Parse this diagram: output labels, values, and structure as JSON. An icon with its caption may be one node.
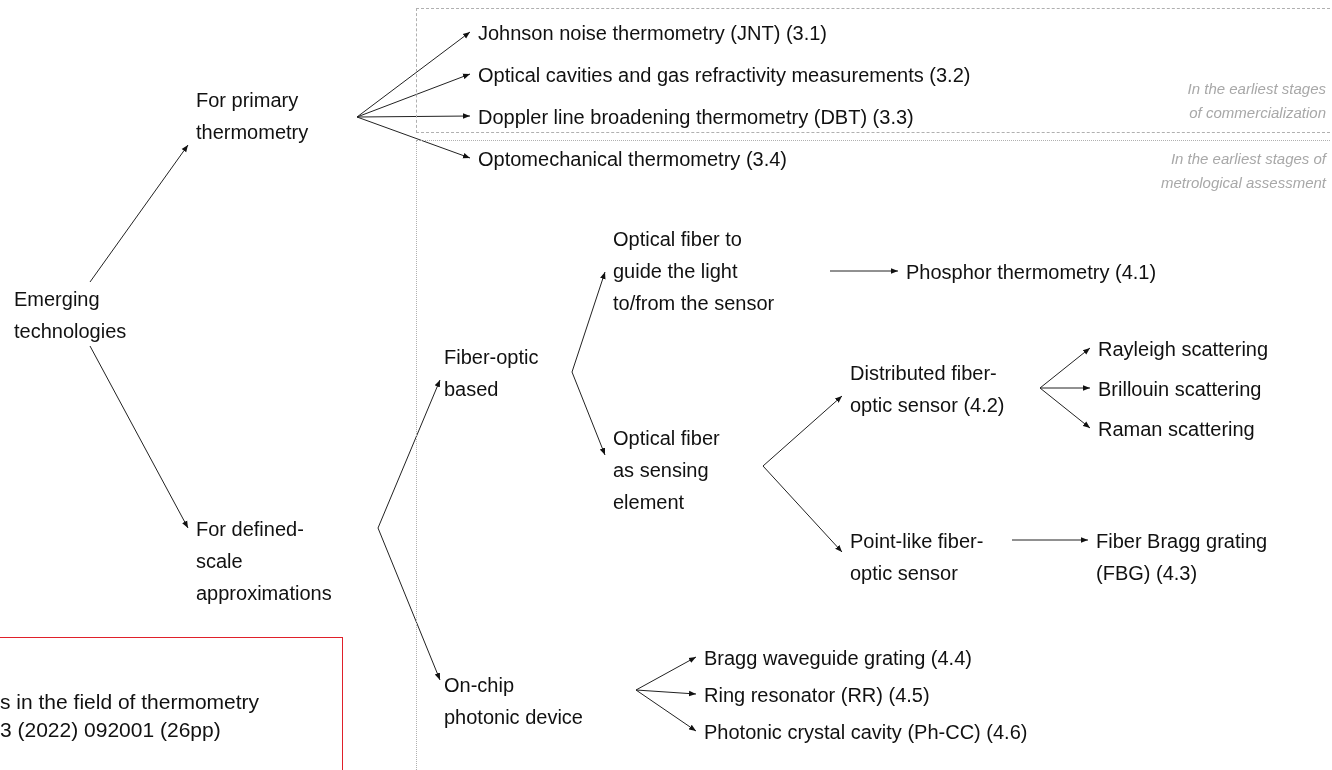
{
  "diagram": {
    "nodes": [
      {
        "text": [
          "Emerging technologies"
        ]
      },
      {
        "text": [
          "For primary thermometry"
        ]
      },
      {
        "text": [
          "For defined-scale approximations"
        ]
      },
      {
        "text": [
          "In the earliest stages of commercialization"
        ]
      },
      {
        "text": [
          "Johnson noise thermometry (JNT) (3.1)"
        ],
        "in": 3
      },
      {
        "text": [
          "Optical cavities and gas refractivity measurements (3.2)"
        ],
        "in": 3
      },
      {
        "text": [
          "Doppler line broadening thermometry (DBT) (3.3)"
        ],
        "in": 3
      },
      {
        "text": [
          "In the earliest stages of metrological assessment"
        ]
      },
      {
        "text": [
          "Optomechanical thermometry (3.4)"
        ],
        "in": 7
      },
      {
        "text": [
          "Fiber-optic based"
        ],
        "in": 7
      },
      {
        "text": [
          "Optical fiber to guide the light to/from the sensor"
        ],
        "in": 7
      },
      {
        "text": [
          "Phosphor thermometry (4.1)"
        ],
        "in": 7
      },
      {
        "text": [
          "Optical fiber as sensing element"
        ],
        "in": 7
      },
      {
        "text": [
          "Distributed fiber-optic sensor (4.2)"
        ],
        "in": 7
      },
      {
        "text": [
          "Rayleigh scattering"
        ],
        "in": 7
      },
      {
        "text": [
          "Brillouin scattering"
        ],
        "in": 7
      },
      {
        "text": [
          "Raman scattering"
        ],
        "in": 7
      },
      {
        "text": [
          "Point-like fiber-optic sensor"
        ],
        "in": 7
      },
      {
        "text": [
          "Fiber Bragg grating (FBG) (4.3)"
        ],
        "in": 7
      },
      {
        "text": [
          "On-chip photonic device"
        ],
        "in": 7
      },
      {
        "text": [
          "Bragg waveguide grating (4.4)"
        ],
        "in": 7
      },
      {
        "text": [
          "Ring resonator (RR) (4.5)"
        ],
        "in": 7
      },
      {
        "text": [
          "Photonic crystal cavity (Ph-CC) (4.6)"
        ],
        "in": 7
      },
      {
        "text": [
          "s in the field of thermometry",
          "3 (2022) 092001 (26pp)"
        ]
      }
    ],
    "edges": [
      {
        "from": 0,
        "to": 1,
        "arrow": "to"
      },
      {
        "from": 0,
        "to": 2,
        "arrow": "to"
      },
      {
        "from": 1,
        "to": 4,
        "arrow": "to"
      },
      {
        "from": 1,
        "to": 5,
        "arrow": "to"
      },
      {
        "from": 1,
        "to": 6,
        "arrow": "to"
      },
      {
        "from": 1,
        "to": 8,
        "arrow": "to"
      },
      {
        "from": 2,
        "to": 9,
        "arrow": "to"
      },
      {
        "from": 2,
        "to": 19,
        "arrow": "to"
      },
      {
        "from": 9,
        "to": 10,
        "arrow": "to"
      },
      {
        "from": 9,
        "to": 12,
        "arrow": "to"
      },
      {
        "from": 10,
        "to": 11,
        "arrow": "to"
      },
      {
        "from": 12,
        "to": 13,
        "arrow": "to"
      },
      {
        "from": 12,
        "to": 17,
        "arrow": "to"
      },
      {
        "from": 13,
        "to": 14,
        "arrow": "to"
      },
      {
        "from": 13,
        "to": 15,
        "arrow": "to"
      },
      {
        "from": 13,
        "to": 16,
        "arrow": "to"
      },
      {
        "from": 17,
        "to": 18,
        "arrow": "to"
      },
      {
        "from": 19,
        "to": 20,
        "arrow": "to"
      },
      {
        "from": 19,
        "to": 21,
        "arrow": "to"
      },
      {
        "from": 19,
        "to": 22,
        "arrow": "to"
      }
    ]
  }
}
